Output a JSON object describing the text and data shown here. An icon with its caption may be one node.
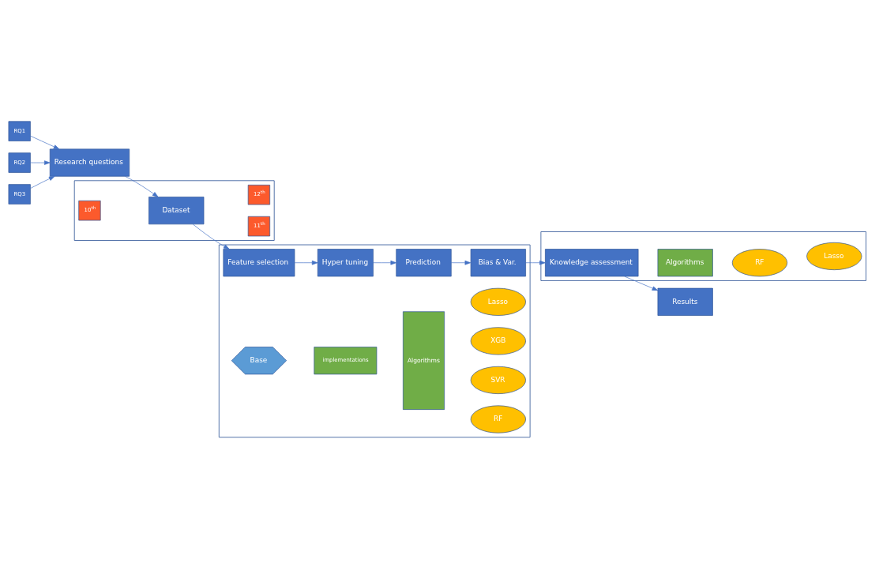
{
  "diagram": {
    "nodes": [
      {
        "text": [
          "RQ1"
        ]
      },
      {
        "text": [
          "RQ2"
        ]
      },
      {
        "text": [
          "RQ3"
        ]
      },
      {
        "text": [
          "Research questions"
        ]
      },
      {
        "text": [],
        "shape": "box"
      },
      {
        "text": [
          "10$^{th}$"
        ],
        "in": 4
      },
      {
        "text": [
          "Dataset"
        ],
        "in": 4
      },
      {
        "text": [
          "11$^{th}$"
        ],
        "in": 4
      },
      {
        "text": [
          "12$^{th}$"
        ],
        "in": 4
      },
      {
        "text": [],
        "shape": "box"
      },
      {
        "text": [
          "Feature selection"
        ],
        "in": 9
      },
      {
        "text": [
          "Hyper tuning"
        ],
        "in": 9
      },
      {
        "text": [
          "Prediction"
        ],
        "in": 9
      },
      {
        "text": [
          "Bias & Var."
        ],
        "in": 9
      },
      {
        "text": [
          "Base"
        ],
        "in": 9
      },
      {
        "text": [
          "implementations"
        ],
        "in": 9
      },
      {
        "text": [
          "Algorithms"
        ],
        "in": 9
      },
      {
        "text": [
          "RF"
        ],
        "in": 9
      },
      {
        "text": [
          "SVR"
        ],
        "in": 9
      },
      {
        "text": [
          "XGB"
        ],
        "in": 9
      },
      {
        "text": [
          "Lasso"
        ],
        "in": 9
      },
      {
        "text": [
          "Results"
        ]
      },
      {
        "text": [],
        "shape": "box"
      },
      {
        "text": [
          "Knowledge assessment"
        ],
        "in": 22
      },
      {
        "text": [
          "Algorithms"
        ],
        "in": 22
      },
      {
        "text": [
          "RF"
        ],
        "in": 22
      },
      {
        "text": [
          "Lasso"
        ],
        "in": 22
      }
    ],
    "edges": [
      {
        "from": 0,
        "to": 3,
        "arrow": "to"
      },
      {
        "from": 1,
        "to": 3,
        "arrow": "to"
      },
      {
        "from": 2,
        "to": 3,
        "arrow": "to"
      },
      {
        "from": 3,
        "to": 6,
        "arrow": "to"
      },
      {
        "from": 6,
        "to": 10,
        "arrow": "to"
      },
      {
        "from": 10,
        "to": 11,
        "arrow": "to"
      },
      {
        "from": 11,
        "to": 12,
        "arrow": "to"
      },
      {
        "from": 12,
        "to": 13,
        "arrow": "to"
      },
      {
        "from": 13,
        "to": 23,
        "arrow": "to"
      },
      {
        "from": 23,
        "to": 21,
        "arrow": "to"
      }
    ]
  }
}
